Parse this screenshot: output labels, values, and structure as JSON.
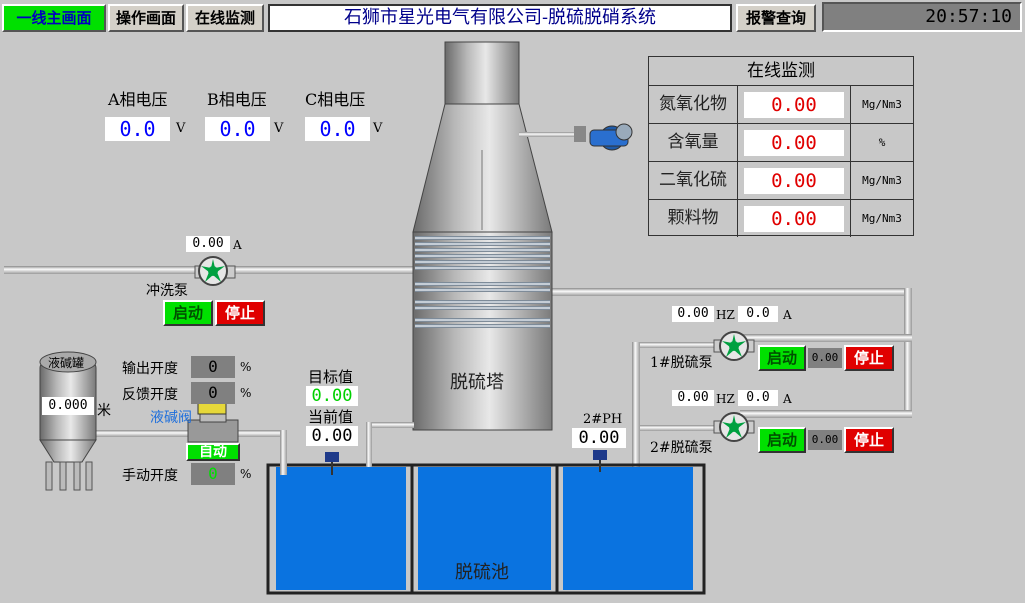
{
  "nav": {
    "tab_main": "一线主画面",
    "tab_ops": "操作画面",
    "tab_monitor": "在线监测",
    "title": "石狮市星光电气有限公司-脱硫脱硝系统",
    "alarm": "报警查询",
    "time": "20:57:10"
  },
  "voltage": {
    "a_label": "A相电压",
    "b_label": "B相电压",
    "c_label": "C相电压",
    "a_value": "0.0",
    "b_value": "0.0",
    "c_value": "0.0",
    "unit": "V"
  },
  "monitor": {
    "header": "在线监测",
    "rows": [
      {
        "name": "氮氧化物",
        "value": "0.00",
        "unit": "Mg/Nm3"
      },
      {
        "name": "含氧量",
        "value": "0.00",
        "unit": "%"
      },
      {
        "name": "二氧化硫",
        "value": "0.00",
        "unit": "Mg/Nm3"
      },
      {
        "name": "颗料物",
        "value": "0.00",
        "unit": "Mg/Nm3"
      }
    ]
  },
  "flush_pump": {
    "current": "0.00",
    "current_unit": "A",
    "label": "冲洗泵",
    "start": "启动",
    "stop": "停止"
  },
  "alkali_tank": {
    "label": "液碱罐",
    "level": "0.000",
    "level_unit": "米"
  },
  "valve": {
    "output_label": "输出开度",
    "output_value": "0",
    "feedback_label": "反馈开度",
    "feedback_value": "0",
    "name": "液碱阀",
    "mode": "自动",
    "manual_label": "手动开度",
    "manual_value": "0",
    "pct": "%"
  },
  "target": {
    "label": "目标值",
    "value": "0.00"
  },
  "current_val": {
    "label": "当前值",
    "value": "0.00"
  },
  "ph2": {
    "label": "2#PH",
    "value": "0.00"
  },
  "tower": {
    "label": "脱硫塔"
  },
  "pool": {
    "label": "脱硫池"
  },
  "pump1": {
    "hz": "0.00",
    "hz_unit": "HZ",
    "amp": "0.0",
    "amp_unit": "A",
    "label": "1#脱硫泵",
    "start": "启动",
    "small": "0.00",
    "stop": "停止"
  },
  "pump2": {
    "hz": "0.00",
    "hz_unit": "HZ",
    "amp": "0.0",
    "amp_unit": "A",
    "label": "2#脱硫泵",
    "start": "启动",
    "small": "0.00",
    "stop": "停止"
  }
}
